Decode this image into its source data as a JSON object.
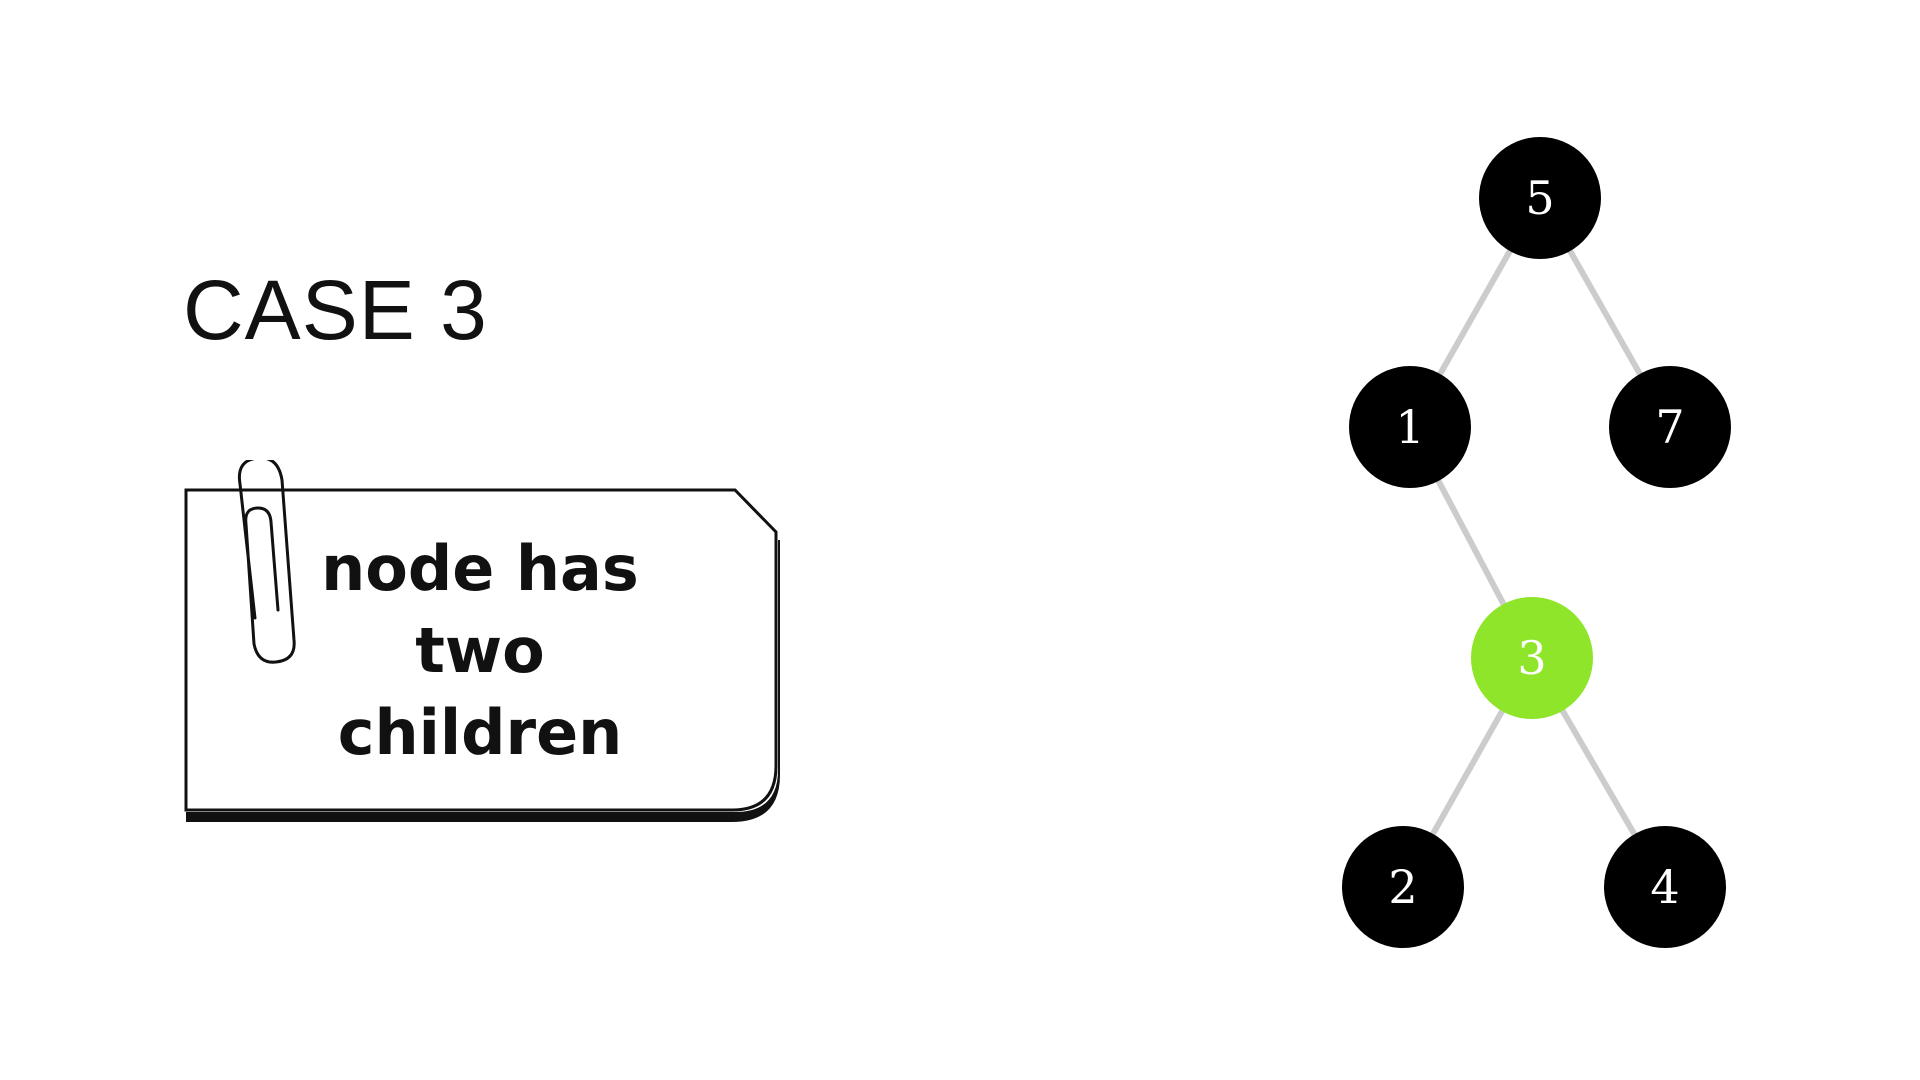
{
  "case_title": "CASE 3",
  "note": {
    "lines": [
      "node has",
      "two",
      "children"
    ]
  },
  "tree": {
    "nodes": [
      {
        "id": "n5",
        "label": "5",
        "highlighted": false
      },
      {
        "id": "n1",
        "label": "1",
        "highlighted": false
      },
      {
        "id": "n7",
        "label": "7",
        "highlighted": false
      },
      {
        "id": "n3",
        "label": "3",
        "highlighted": true
      },
      {
        "id": "n2",
        "label": "2",
        "highlighted": false
      },
      {
        "id": "n4",
        "label": "4",
        "highlighted": false
      }
    ],
    "edges": [
      [
        "n5",
        "n1"
      ],
      [
        "n5",
        "n7"
      ],
      [
        "n1",
        "n3"
      ],
      [
        "n3",
        "n2"
      ],
      [
        "n3",
        "n4"
      ]
    ]
  },
  "colors": {
    "node": "#000000",
    "highlight": "#8ee52a",
    "edge": "#cccccc",
    "text": "#111111"
  }
}
